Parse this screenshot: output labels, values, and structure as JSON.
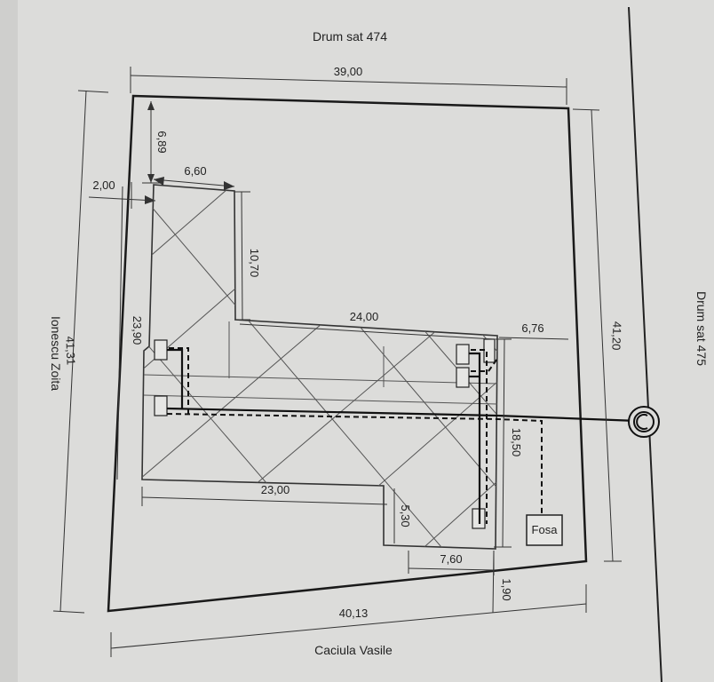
{
  "neighbors": {
    "top": "Drum sat 474",
    "right": "Drum sat 475",
    "left": "Ionescu Zoita",
    "bottom": "Caciula Vasile"
  },
  "dimensions": {
    "top_width": "39,00",
    "bottom_width": "40,13",
    "left_height": "41,31",
    "right_height": "41,20",
    "setback_top": "6,89",
    "setback_left": "2,00",
    "wing_width": "6,60",
    "wing_depth": "10,70",
    "building_depth_left": "23,90",
    "building_upper_length": "24,00",
    "setback_right": "6,76",
    "building_depth_right": "18,50",
    "building_lower_length": "23,00",
    "step_height": "5,30",
    "step_width": "7,60",
    "setback_bottom": "1,90"
  },
  "labels": {
    "septic_tank": "Fosa"
  },
  "icons": {
    "utility_connection": "meter-connection-icon"
  }
}
